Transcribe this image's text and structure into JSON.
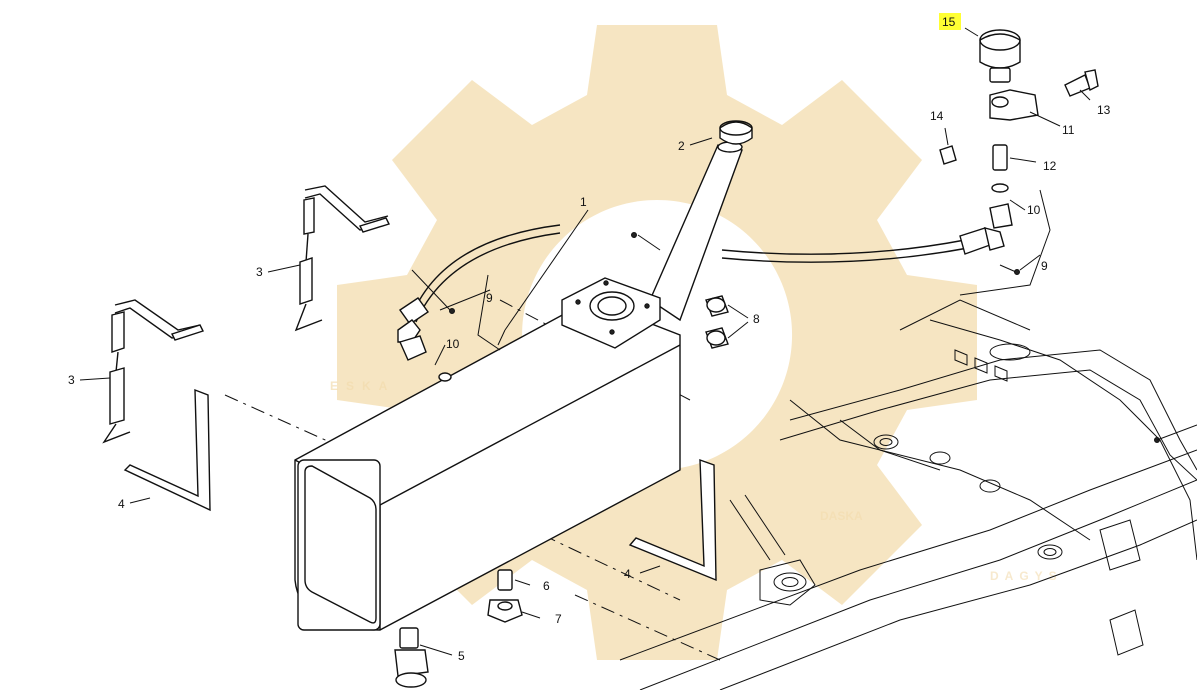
{
  "watermark": {
    "brand": "ESKA",
    "sub": "DASKA",
    "sub2": "DAGYS",
    "color": "#f3dcae"
  },
  "highlight_color": "#ffff33",
  "callouts": [
    {
      "id": "c1",
      "label": "1"
    },
    {
      "id": "c2",
      "label": "2"
    },
    {
      "id": "c3a",
      "label": "3"
    },
    {
      "id": "c3b",
      "label": "3"
    },
    {
      "id": "c4a",
      "label": "4"
    },
    {
      "id": "c4b",
      "label": "4"
    },
    {
      "id": "c5",
      "label": "5"
    },
    {
      "id": "c6",
      "label": "6"
    },
    {
      "id": "c7",
      "label": "7"
    },
    {
      "id": "c8",
      "label": "8"
    },
    {
      "id": "c9a",
      "label": "9"
    },
    {
      "id": "c9b",
      "label": "9"
    },
    {
      "id": "c10a",
      "label": "10"
    },
    {
      "id": "c10b",
      "label": "10"
    },
    {
      "id": "c11",
      "label": "11"
    },
    {
      "id": "c12",
      "label": "12"
    },
    {
      "id": "c13",
      "label": "13"
    },
    {
      "id": "c14",
      "label": "14"
    },
    {
      "id": "c15",
      "label": "15",
      "highlighted": true
    }
  ]
}
